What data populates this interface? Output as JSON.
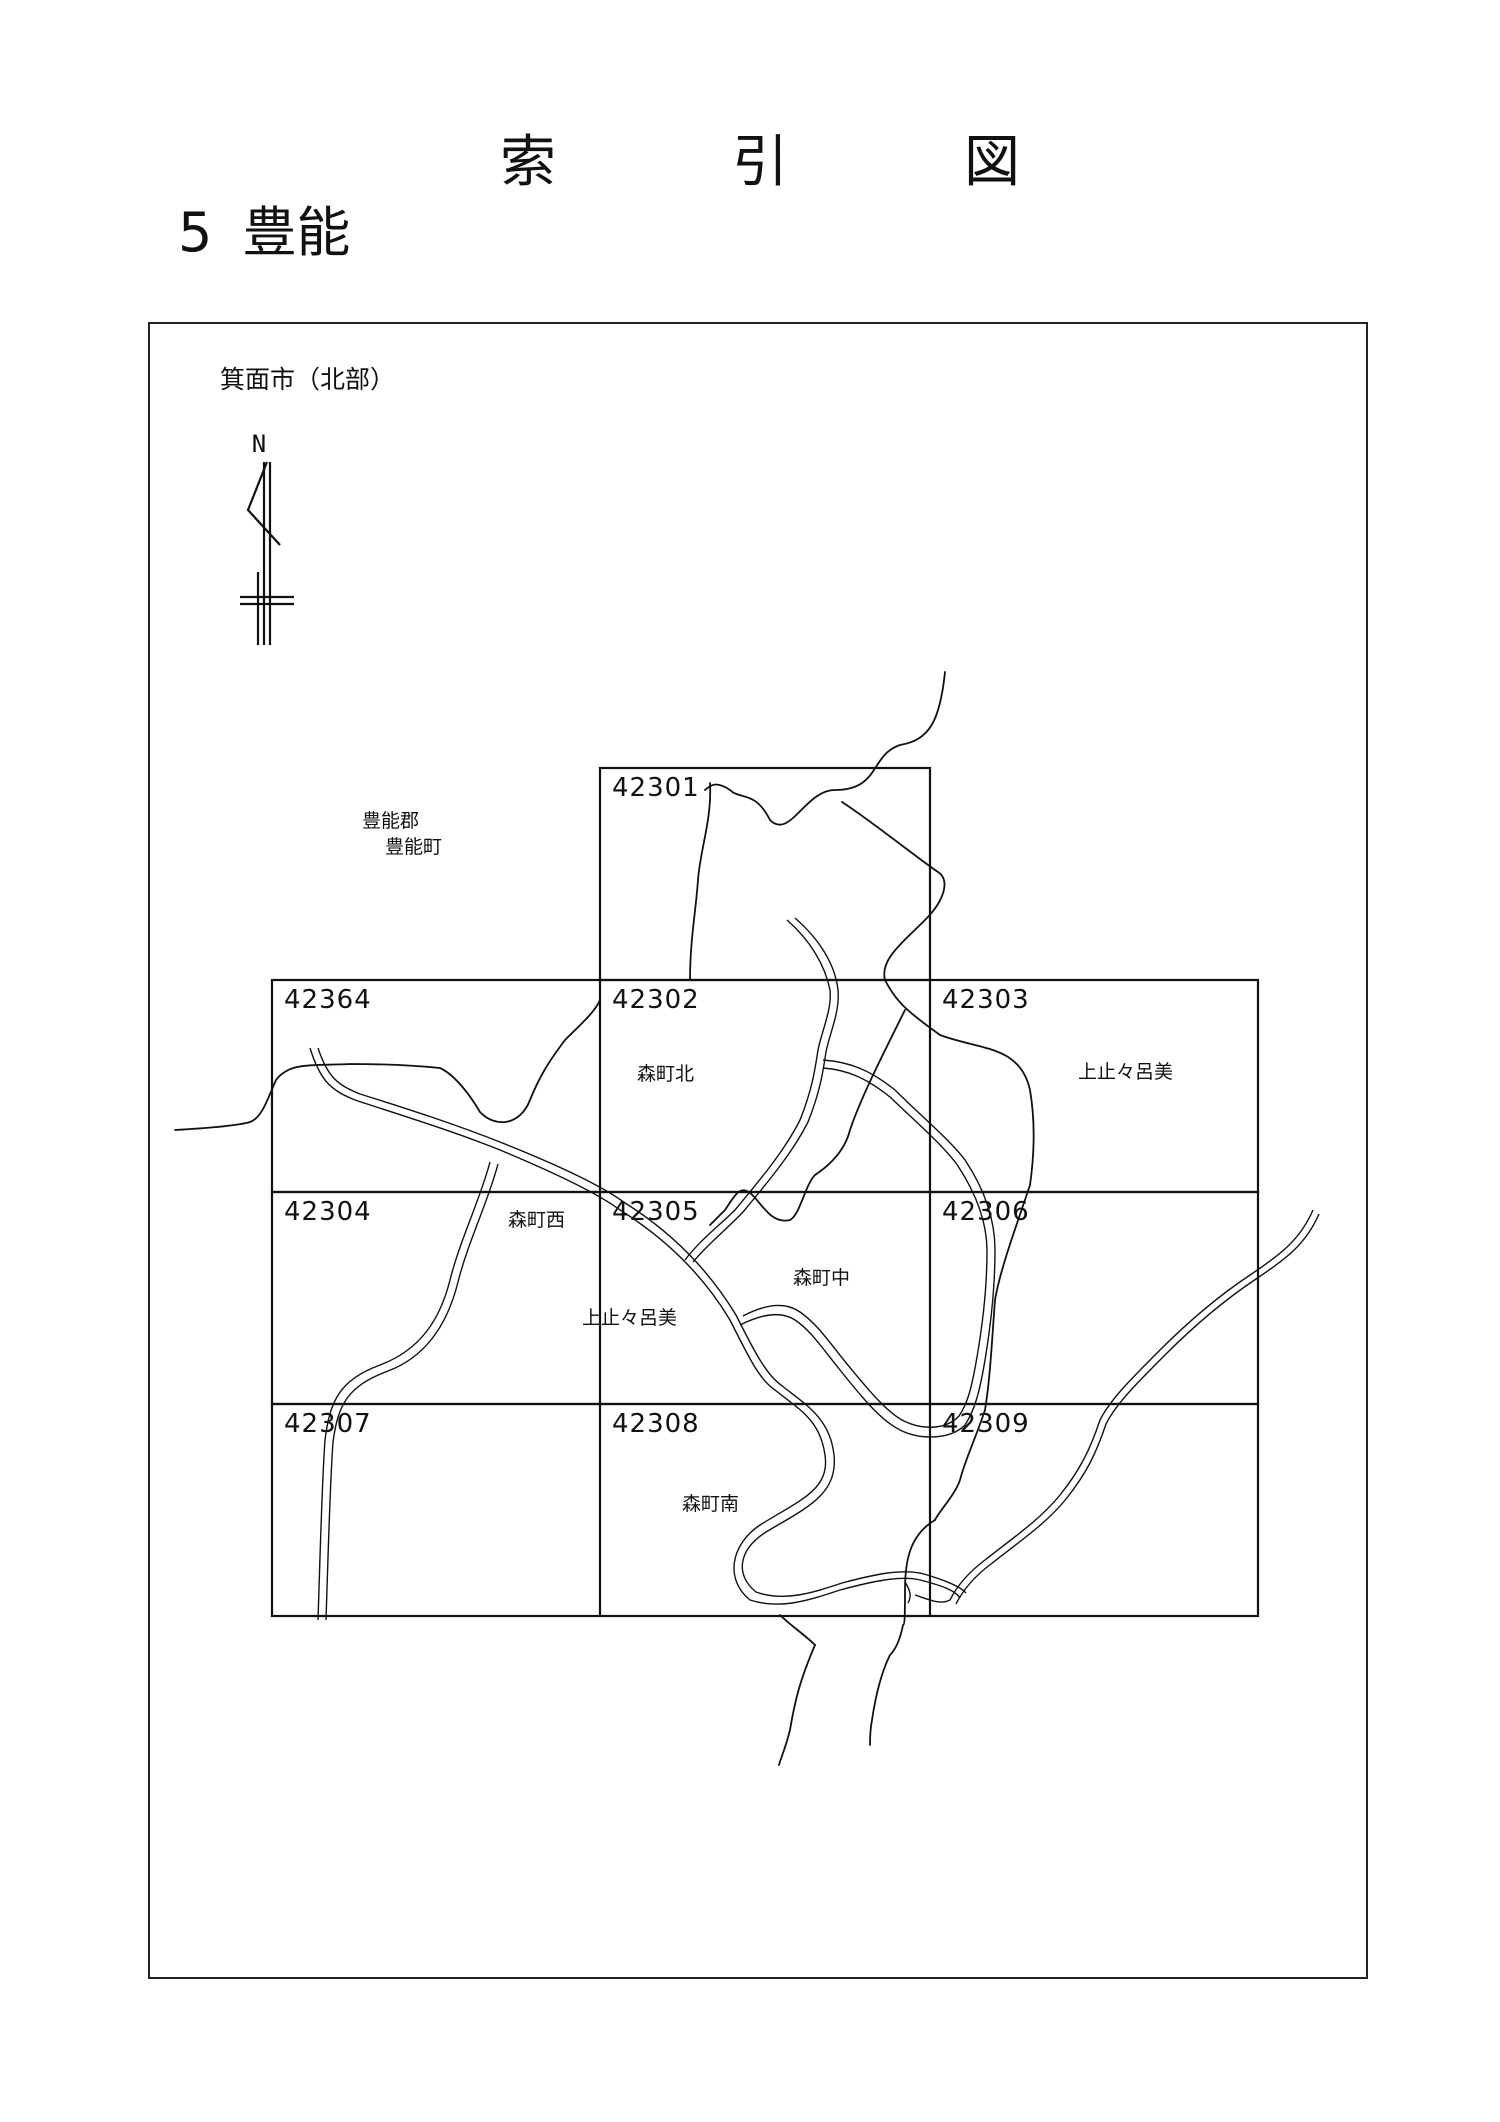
{
  "title": {
    "chars": [
      "索",
      "引",
      "図"
    ]
  },
  "section": {
    "number": "5",
    "name": "豊能"
  },
  "area_name": "箕面市（北部）",
  "north_arrow": {
    "label": "N",
    "icon": "north-arrow-icon"
  },
  "sheets": [
    "42301",
    "42302",
    "42303",
    "42364",
    "42304",
    "42305",
    "42306",
    "42307",
    "42308",
    "42309"
  ],
  "place_labels": {
    "toyono_gun": "豊能郡",
    "toyono_cho": "豊能町",
    "morimachi_kita": "森町北",
    "kamishidami_east": "上止々呂美",
    "morimachi_nishi": "森町西",
    "morimachi_naka": "森町中",
    "kamishidami_center": "上止々呂美",
    "morimachi_minami": "森町南"
  },
  "colors": {
    "line": "#111111",
    "background": "#ffffff"
  }
}
